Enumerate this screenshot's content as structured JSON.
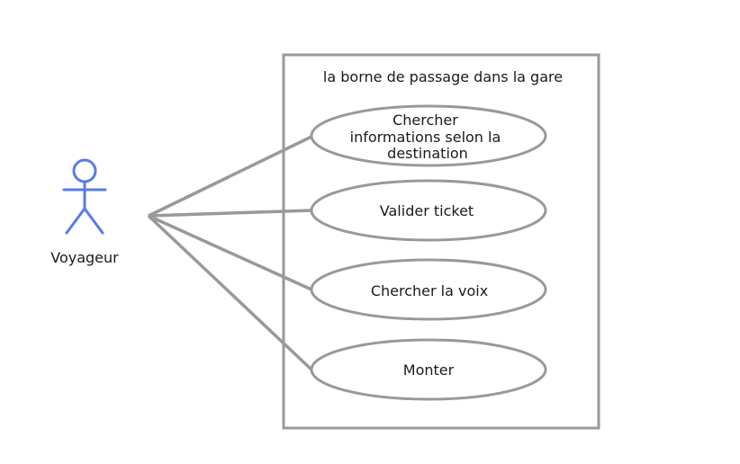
{
  "diagram": {
    "system_title": "la borne de passage dans la gare",
    "actor": {
      "name": "Voyageur"
    },
    "use_cases": [
      {
        "lines": [
          "Chercher",
          "informations selon la",
          "destination"
        ]
      },
      {
        "lines": [
          "Valider ticket"
        ]
      },
      {
        "lines": [
          "Chercher la voix"
        ]
      },
      {
        "lines": [
          "Monter"
        ]
      }
    ]
  },
  "colors": {
    "actor": "#5a7be6",
    "lines": "#999999",
    "text": "#1a1a1a",
    "background": "#ffffff"
  }
}
